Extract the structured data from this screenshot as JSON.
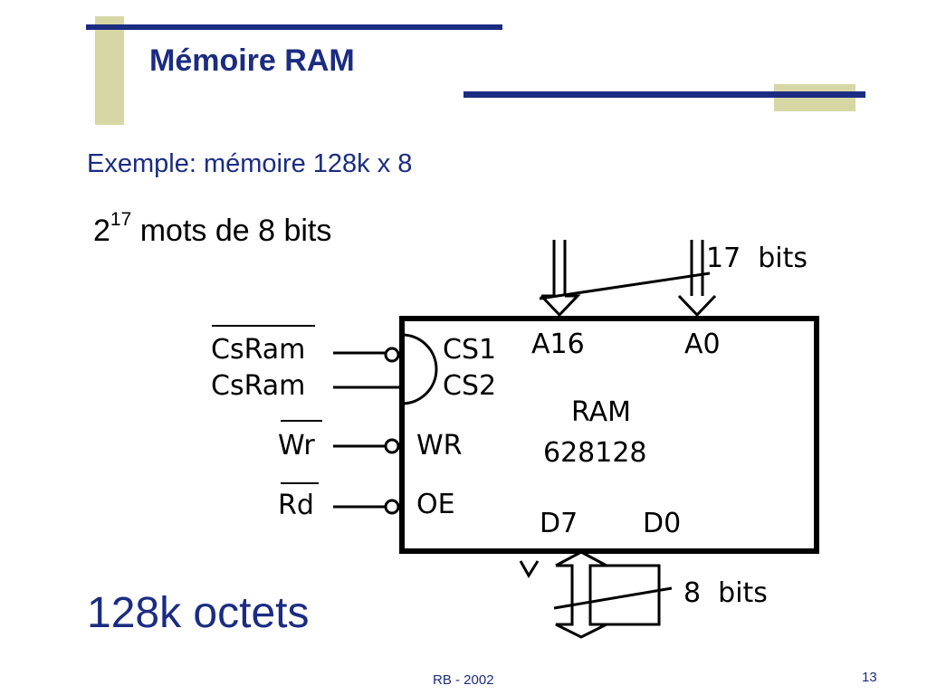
{
  "slide": {
    "title": "Mémoire RAM",
    "subtitle": "Exemple: mémoire 128k x 8",
    "words_base": "2",
    "words_exp": "17",
    "words_rest": " mots de 8 bits",
    "bytes_label": "128k octets",
    "footer": "RB - 2002",
    "page_number": "13"
  },
  "diagram": {
    "chip_name": "RAM",
    "chip_part": "628128",
    "addr_high": "A16",
    "addr_low": "A0",
    "addr_width": "17  bits",
    "data_high": "D7",
    "data_low": "D0",
    "data_width": "8  bits",
    "pins": {
      "cs1": "CS1",
      "cs2": "CS2",
      "wr": "WR",
      "oe": "OE"
    },
    "signals": {
      "csram_bar": "CsRam",
      "csram": "CsRam",
      "wr_bar": "Wr",
      "rd_bar": "Rd"
    }
  },
  "colors": {
    "title_blue": "#1b2c82",
    "decor_bar_navy": "#1b2c82",
    "decor_block_olive": "#d7d7a6"
  }
}
